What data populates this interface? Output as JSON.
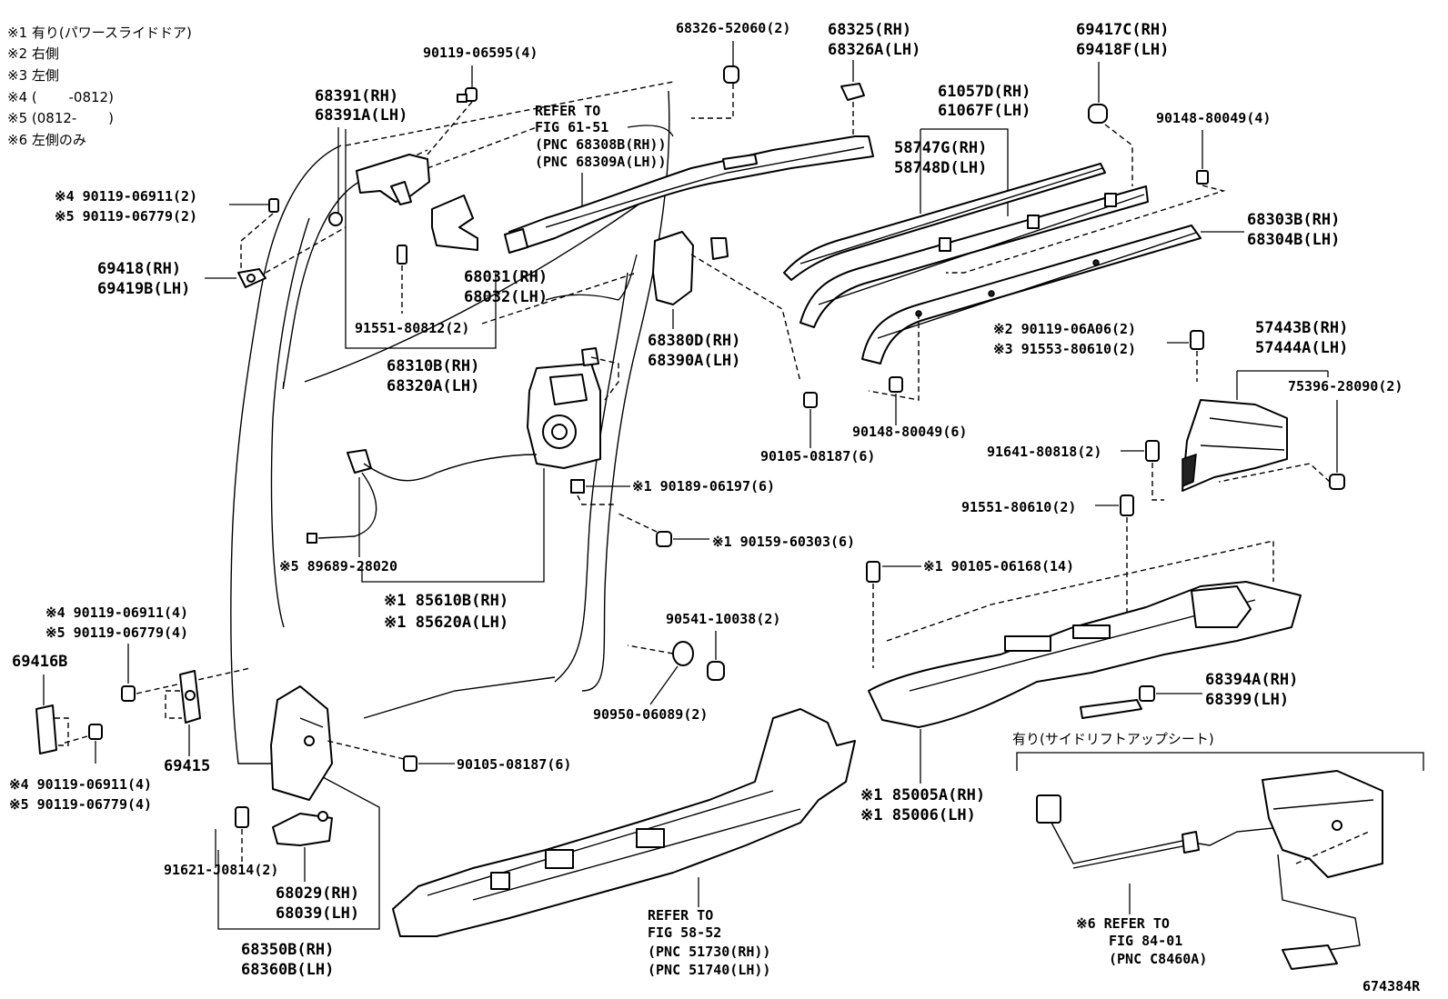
{
  "notes": [
    "※1 有り(パワースライドドア)",
    "※2 右側",
    "※3 左側",
    "※4 (　　 -0812)",
    "※5 (0812- 　　)",
    "※6 左側のみ"
  ],
  "labels": {
    "p_90119_06595": "90119-06595(4)",
    "p_68391": "68391(RH)",
    "p_68391a": "68391A(LH)",
    "p_refer61_1": "REFER TO",
    "p_refer61_2": "FIG 61-51",
    "p_refer61_3": "(PNC 68308B(RH))",
    "p_refer61_4": "(PNC 68309A(LH))",
    "p_68326_52060": "68326-52060(2)",
    "p_68325": "68325(RH)",
    "p_68326a": "68326A(LH)",
    "p_69417c": "69417C(RH)",
    "p_69418f": "69418F(LH)",
    "p_61057d": "61057D(RH)",
    "p_61067f": "61067F(LH)",
    "p_90148_80049_top": "90148-80049(4)",
    "p_58747g": "58747G(RH)",
    "p_58748d": "58748D(LH)",
    "p_4_06911_top": "※4 90119-06911(2)",
    "p_5_06779_top": "※5 90119-06779(2)",
    "p_69418": "69418(RH)",
    "p_69419b": "69419B(LH)",
    "p_68031": "68031(RH)",
    "p_68032": "68032(LH)",
    "p_68303b": "68303B(RH)",
    "p_68304b": "68304B(LH)",
    "p_91551_80812": "91551-80812(2)",
    "p_68380d": "68380D(RH)",
    "p_68390a": "68390A(LH)",
    "p_68310b": "68310B(RH)",
    "p_68320a": "68320A(LH)",
    "p_2_06a06": "※2 90119-06A06(2)",
    "p_3_80610": "※3 91553-80610(2)",
    "p_57443b": "57443B(RH)",
    "p_57444a": "57444A(LH)",
    "p_75396": "75396-28090(2)",
    "p_90148_80049_mid": "90148-80049(6)",
    "p_90105_08187_mid": "90105-08187(6)",
    "p_91641": "91641-80818(2)",
    "p_1_90189": "※1 90189-06197(6)",
    "p_91551_80610": "91551-80610(2)",
    "p_1_90159": "※1 90159-60303(6)",
    "p_5_89689": "※5 89689-28020",
    "p_1_90105_06168": "※1 90105-06168(14)",
    "p_1_85610b": "※1 85610B(RH)",
    "p_1_85620a": "※1 85620A(LH)",
    "p_4_06911_mid": "※4 90119-06911(4)",
    "p_5_06779_mid": "※5 90119-06779(4)",
    "p_90541": "90541-10038(2)",
    "p_69416b": "69416B",
    "p_68394a": "68394A(RH)",
    "p_68399": "68399(LH)",
    "p_90950": "90950-06089(2)",
    "p_seat_option": "有り(サイドリフトアップシート)",
    "p_69415": "69415",
    "p_90105_08187_low": "90105-08187(6)",
    "p_4_06911_low": "※4 90119-06911(4)",
    "p_5_06779_low": "※5 90119-06779(4)",
    "p_1_85005a": "※1 85005A(RH)",
    "p_1_85006": "※1 85006(LH)",
    "p_91621": "91621-J0814(2)",
    "p_68029": "68029(RH)",
    "p_68039": "68039(LH)",
    "p_refer58_1": "REFER TO",
    "p_refer58_2": "FIG 58-52",
    "p_refer58_3": "(PNC 51730(RH))",
    "p_refer58_4": "(PNC 51740(LH))",
    "p_refer84_1": "※6 REFER TO",
    "p_refer84_2": "FIG 84-01",
    "p_refer84_3": "(PNC C8460A)",
    "p_68350b": "68350B(RH)",
    "p_68360b": "68360B(LH)",
    "p_figure_id": "674384R"
  }
}
